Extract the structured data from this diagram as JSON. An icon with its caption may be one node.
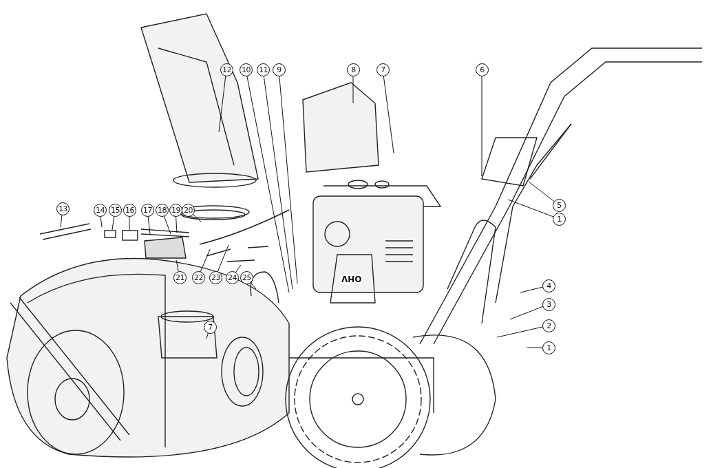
{
  "diagram": {
    "nodes": [
      {
        "text": [
          "13"
        ]
      },
      {
        "text": [
          "14"
        ]
      },
      {
        "text": [
          "15"
        ]
      },
      {
        "text": [
          "16"
        ]
      },
      {
        "text": [
          "17"
        ]
      },
      {
        "text": [
          "18"
        ]
      },
      {
        "text": [
          "19"
        ]
      },
      {
        "text": [
          "20"
        ]
      },
      {
        "text": [
          "21"
        ]
      },
      {
        "text": [
          "22"
        ]
      },
      {
        "text": [
          "23"
        ]
      },
      {
        "text": [
          "24"
        ]
      },
      {
        "text": [
          "25"
        ]
      },
      {
        "text": [
          "12"
        ]
      },
      {
        "text": [
          "10"
        ]
      },
      {
        "text": [
          "11"
        ]
      },
      {
        "text": [
          "9"
        ]
      },
      {
        "text": [
          "8"
        ]
      },
      {
        "text": [
          "7"
        ]
      },
      {
        "text": [
          "6"
        ]
      },
      {
        "text": [
          "5"
        ]
      },
      {
        "text": [
          "1"
        ]
      },
      {
        "text": [
          "4"
        ]
      },
      {
        "text": [
          "3"
        ]
      },
      {
        "text": [
          "2"
        ]
      },
      {
        "text": [
          "1"
        ]
      },
      {
        "text": [
          "7"
        ]
      }
    ],
    "edges": [
      {
        "from": 0,
        "to": null,
        "arrow": "none"
      },
      {
        "from": 1,
        "to": null,
        "arrow": "none"
      },
      {
        "from": 2,
        "to": null,
        "arrow": "none"
      },
      {
        "from": 3,
        "to": null,
        "arrow": "none"
      },
      {
        "from": 4,
        "to": null,
        "arrow": "none"
      },
      {
        "from": 5,
        "to": null,
        "arrow": "none"
      },
      {
        "from": 6,
        "to": null,
        "arrow": "none"
      },
      {
        "from": 7,
        "to": null,
        "arrow": "none"
      },
      {
        "from": 8,
        "to": null,
        "arrow": "none"
      },
      {
        "from": 9,
        "to": null,
        "arrow": "none"
      },
      {
        "from": 10,
        "to": null,
        "arrow": "none"
      },
      {
        "from": 11,
        "to": null,
        "arrow": "none"
      },
      {
        "from": 12,
        "to": null,
        "arrow": "none"
      },
      {
        "from": 13,
        "to": null,
        "arrow": "none"
      },
      {
        "from": 14,
        "to": null,
        "arrow": "none"
      },
      {
        "from": 15,
        "to": null,
        "arrow": "none"
      },
      {
        "from": 16,
        "to": null,
        "arrow": "none"
      },
      {
        "from": 17,
        "to": null,
        "arrow": "none"
      },
      {
        "from": 18,
        "to": null,
        "arrow": "none"
      },
      {
        "from": 19,
        "to": null,
        "arrow": "none"
      },
      {
        "from": 20,
        "to": null,
        "arrow": "none"
      },
      {
        "from": 21,
        "to": null,
        "arrow": "none"
      },
      {
        "from": 22,
        "to": null,
        "arrow": "none"
      },
      {
        "from": 23,
        "to": null,
        "arrow": "none"
      },
      {
        "from": 24,
        "to": null,
        "arrow": "none"
      },
      {
        "from": 25,
        "to": null,
        "arrow": "none"
      },
      {
        "from": 26,
        "to": null,
        "arrow": "none"
      }
    ],
    "labels": [
      "OHV"
    ]
  }
}
